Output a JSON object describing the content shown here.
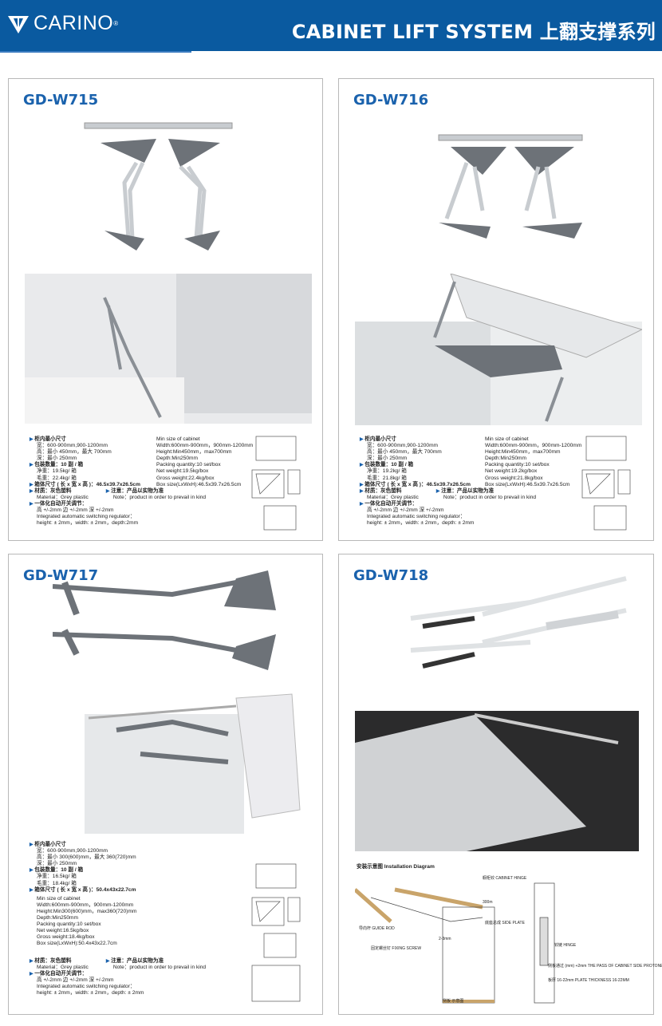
{
  "header": {
    "brand": "CARINO",
    "reg": "®",
    "title": "CABINET LIFT SYSTEM 上翻支撑系列",
    "colors": {
      "bar": "#0a5aa0",
      "title": "#1a62ad"
    }
  },
  "panels": [
    {
      "title": "GD-W715",
      "left": [
        {
          "t": "柜内最小尺寸",
          "h": true
        },
        {
          "t": "宽：600-900mm,900-1200mm"
        },
        {
          "t": "高：最小 450mm，最大 700mm"
        },
        {
          "t": "深：最小 250mm"
        },
        {
          "t": "包装数量：10 副 / 箱",
          "h": true
        },
        {
          "t": "净重：19.5kg/ 箱"
        },
        {
          "t": "毛重：22.4kg/ 箱"
        },
        {
          "t": "箱体尺寸 ( 长 x 宽 x 高 )：46.5x39.7x26.5cm",
          "h": true
        }
      ],
      "right": [
        "Min size of cabinet",
        "Width:600mm-900mm，900mm-1200mm",
        "Height:Min450mm，max700mm",
        "Depth:Min250mm",
        "Packing quantity:10 set/box",
        "Net weight:19.5kg/box",
        "Gross weight:22.4kg/box",
        "Box size(LxWxH):46.5x39.7x26.5cm"
      ],
      "material": "材质：灰色塑料",
      "material_en": "Material：Grey plastic",
      "note": "注意：产品以实物为准",
      "note_en": "Note：product in order to prevail in kind",
      "reg": [
        "一体化自动开关调节：",
        "高 +/-2mm 边 +/-2mm 深 +/-2mm",
        "Integrated automatic switching regulator：",
        "height: ± 2mm，width: ± 2mm，depth:2mm"
      ]
    },
    {
      "title": "GD-W716",
      "left": [
        {
          "t": "柜内最小尺寸",
          "h": true
        },
        {
          "t": "宽：600-900mm,900-1200mm"
        },
        {
          "t": "高：最小 450mm，最大 700mm"
        },
        {
          "t": "深：最小 250mm"
        },
        {
          "t": "包装数量：10 副 / 箱",
          "h": true
        },
        {
          "t": "净重：19.2kg/ 箱"
        },
        {
          "t": "毛重：21.8kg/ 箱"
        },
        {
          "t": "箱体尺寸 ( 长 x 宽 x 高 )：46.5x39.7x26.5cm",
          "h": true
        }
      ],
      "right": [
        "Min size of cabinet",
        "Width:600mm-900mm，900mm-1200mm",
        "Height:Min450mm，max700mm",
        "Depth:Min250mm",
        "Packing quantity:10 set/box",
        "Net weight:19.2kg/box",
        "Gross weight:21.8kg/box",
        "Box size(LxWxH):46.5x39.7x26.5cm"
      ],
      "material": "材质：灰色塑料",
      "material_en": "Material：Grey plastic",
      "note": "注意：产品以实物为准",
      "note_en": "Note：product in order to prevail in kind",
      "reg": [
        "一体化自动开关调节：",
        "高 +/-2mm 边 +/-2mm 深 +/-2mm",
        "Integrated automatic switching regulator：",
        "height: ± 2mm，width: ± 2mm，depth: ± 2mm"
      ]
    },
    {
      "title": "GD-W717",
      "left": [
        {
          "t": "柜内最小尺寸",
          "h": true
        },
        {
          "t": "宽：600-900mm,900-1200mm"
        },
        {
          "t": "高：最小 300(600)mm，最大 360(720)mm"
        },
        {
          "t": "深：最小 250mm"
        },
        {
          "t": "包装数量：10 副 / 箱",
          "h": true
        },
        {
          "t": "净重：16.5kg/ 箱"
        },
        {
          "t": "毛重：18.4kg/ 箱"
        },
        {
          "t": "箱体尺寸 ( 长 x 宽 x 高 )：50.4x43x22.7cm",
          "h": true
        }
      ],
      "right": [
        "Min size of cabinet",
        "Width:600mm-900mm，900mm-1200mm",
        "Height:Min300(600)mm，max360(720)mm",
        "Depth:Min250mm",
        "Packing quantity:10 set/box",
        "Net weight:16.5kg/box",
        "Gross weight:18.4kg/box",
        "Box size(LxWxH):50.4x43x22.7cm"
      ],
      "material": "材质：灰色塑料",
      "material_en": "Material：Grey plastic",
      "note": "注意：产品以实物为准",
      "note_en": "Note：product in order to prevail in kind",
      "reg": [
        "一体化自动开关调节：",
        "高 +/-2mm 边 +/-2mm 深 +/-2mm",
        "Integrated automatic switching regulator：",
        "height: ± 2mm，width: ± 2mm，depth: ± 2mm"
      ]
    },
    {
      "title": "GD-W718",
      "diagram": {
        "title": "安装示意图 Installation Diagram",
        "hinge": "橱柜铰 CABINET HINGE",
        "guide": "导向杆 GUIDE ROD",
        "fixing": "固定螺丝钉 FIXING SCREW",
        "side": "底座总成 SIDE PLATE",
        "dim1": "300m",
        "dim2": "2-3mm",
        "hinge2": "铰链 HINGE",
        "pass": "侧板通过 (mm) +2mm THE PASS OF CABINET SIDE PROTONE",
        "plate": "板厚 16-22mm PLATE THICKNESS 16-22MM",
        "bottom": "侧板 示意图"
      }
    }
  ]
}
